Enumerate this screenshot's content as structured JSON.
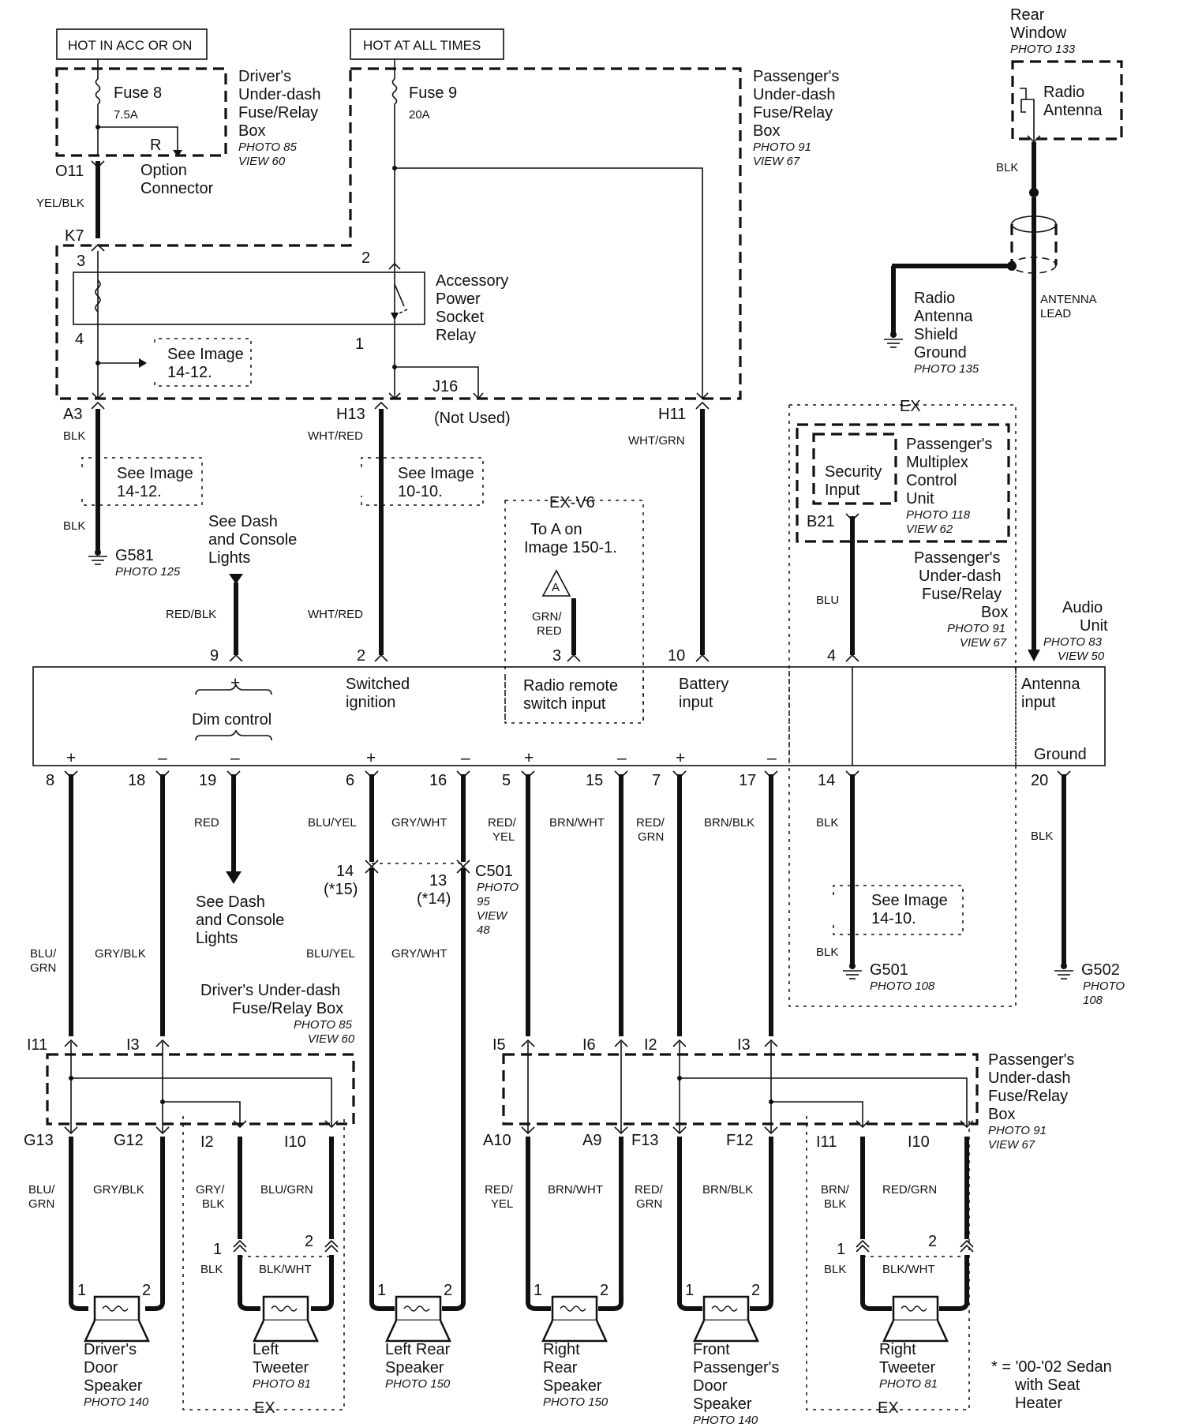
{
  "fuses": {
    "acc": {
      "header": "HOT IN ACC OR ON",
      "name": "Fuse 8",
      "rating": "7.5A"
    },
    "all": {
      "header": "HOT AT ALL TIMES",
      "name": "Fuse 9",
      "rating": "20A"
    }
  },
  "drivers_box_label": [
    "Driver's",
    "Under-dash",
    "Fuse/Relay",
    "Box"
  ],
  "drivers_box_photo": [
    "PHOTO 85",
    "VIEW 60"
  ],
  "passengers_box_label": [
    "Passenger's",
    "Under-dash",
    "Fuse/Relay",
    "Box"
  ],
  "passengers_box_photo": [
    "PHOTO 91",
    "VIEW 67"
  ],
  "option_connector": {
    "pin": "R",
    "label": [
      "Option",
      "Connector"
    ]
  },
  "relay": {
    "label": [
      "Accessory",
      "Power",
      "Socket",
      "Relay"
    ],
    "pins": [
      "3",
      "2",
      "4",
      "1"
    ]
  },
  "top_pins": {
    "o11": "O11",
    "k7": "K7",
    "a3": "A3",
    "h13": "H13",
    "j16": "J16",
    "not_used": "(Not Used)",
    "h11": "H11"
  },
  "top_wires": {
    "yel_blk": "YEL/BLK",
    "blk1": "BLK",
    "blk2": "BLK",
    "wht_red1": "WHT/RED",
    "wht_red2": "WHT/RED",
    "wht_grn": "WHT/GRN",
    "red_blk": "RED/BLK",
    "grn_red": [
      "GRN/",
      "RED"
    ],
    "blu": "BLU",
    "blk_ant": "BLK"
  },
  "see_image": {
    "relay_ref": [
      "See Image",
      "14-12."
    ],
    "a3_ref": [
      "See Image",
      "14-12."
    ],
    "h13_ref": [
      "See Image",
      "10-10."
    ],
    "g501_ref": [
      "See Image",
      "14-10."
    ]
  },
  "grounds": {
    "g581": {
      "name": "G581",
      "photo": "PHOTO 125"
    },
    "g501": {
      "name": "G501",
      "photo": "PHOTO 108"
    },
    "g502": {
      "name": "G502",
      "photo": [
        "PHOTO",
        "108"
      ]
    },
    "shield": {
      "label": [
        "Radio",
        "Antenna",
        "Shield",
        "Ground"
      ],
      "photo": "PHOTO 135"
    }
  },
  "dash_lights": [
    "See Dash",
    "and Console",
    "Lights"
  ],
  "ex_v6": {
    "tag": "EX-V6",
    "text": [
      "To A on",
      "Image 150-1."
    ],
    "connector": "A"
  },
  "ex": {
    "tag": "EX"
  },
  "antenna": {
    "location": [
      "Rear",
      "Window"
    ],
    "location_photo": "PHOTO 133",
    "label": [
      "Radio",
      "Antenna"
    ],
    "lead": [
      "ANTENNA",
      "LEAD"
    ]
  },
  "mpcu": {
    "security": [
      "Security",
      "Input"
    ],
    "label": [
      "Passenger's",
      "Multiplex",
      "Control",
      "Unit"
    ],
    "photo": [
      "PHOTO 118",
      "VIEW 62"
    ],
    "pin": "B21",
    "box_label": [
      "Passenger's",
      "Under-dash",
      "Fuse/Relay",
      "Box"
    ],
    "box_photo": [
      "PHOTO 91",
      "VIEW 67"
    ]
  },
  "audio_unit": {
    "label": [
      "Audio",
      "Unit"
    ],
    "photo": [
      "PHOTO 83",
      "VIEW 50"
    ],
    "dim_control": "Dim control",
    "switched_ignition": [
      "Switched",
      "ignition"
    ],
    "radio_remote": [
      "Radio remote",
      "switch input"
    ],
    "battery": [
      "Battery",
      "input"
    ],
    "antenna_input": [
      "Antenna",
      "input"
    ],
    "ground": "Ground",
    "top_pins": [
      "9",
      "2",
      "3",
      "10",
      "4"
    ],
    "plus": "+",
    "minus": "–"
  },
  "bottom_pins": [
    "8",
    "18",
    "19",
    "6",
    "16",
    "5",
    "15",
    "7",
    "17",
    "14",
    "20"
  ],
  "bottom_wires": {
    "red": "RED",
    "blu_yel": "BLU/YEL",
    "gry_wht": "GRY/WHT",
    "red_yel": [
      "RED/",
      "YEL"
    ],
    "brn_wht": "BRN/WHT",
    "red_grn": [
      "RED/",
      "GRN"
    ],
    "brn_blk": "BRN/BLK",
    "blk": "BLK"
  },
  "c501": {
    "pins": [
      "14",
      "(*15)",
      "13",
      "(*14)"
    ],
    "name": "C501",
    "photo": [
      "PHOTO",
      "95",
      "VIEW",
      "48"
    ]
  },
  "mid_wires": {
    "blu_grn": [
      "BLU/",
      "GRN"
    ],
    "gry_blk": "GRY/BLK",
    "blu_yel": "BLU/YEL",
    "gry_wht": "GRY/WHT"
  },
  "drivers_box2": {
    "label": [
      "Driver's Under-dash",
      "Fuse/Relay Box"
    ],
    "photo": [
      "PHOTO 85",
      "VIEW 60"
    ]
  },
  "passengers_box2": {
    "label": [
      "Passenger's",
      "Under-dash",
      "Fuse/Relay",
      "Box"
    ],
    "photo": [
      "PHOTO 91",
      "VIEW 67"
    ]
  },
  "junction_pins": {
    "left_top": [
      "I11",
      "I3"
    ],
    "left_bottom": [
      "G13",
      "G12",
      "I2",
      "I10"
    ],
    "right_top": [
      "I5",
      "I6",
      "I2",
      "I3"
    ],
    "right_bottom": [
      "A10",
      "A9",
      "F13",
      "F12",
      "I11",
      "I10"
    ]
  },
  "speaker_wires": {
    "blu_grn": [
      "BLU/",
      "GRN"
    ],
    "gry_blk": "GRY/BLK",
    "gry_blk2": [
      "GRY/",
      "BLK"
    ],
    "blu_grn2": "BLU/GRN",
    "red_yel": [
      "RED/",
      "YEL"
    ],
    "brn_wht": "BRN/WHT",
    "red_grn": [
      "RED/",
      "GRN"
    ],
    "brn_blk": "BRN/BLK",
    "brn_blk2": [
      "BRN/",
      "BLK"
    ],
    "red_grn2": "RED/GRN",
    "blk": "BLK",
    "blk_wht": "BLK/WHT"
  },
  "speakers": [
    {
      "label": [
        "Driver's",
        "Door",
        "Speaker"
      ],
      "photo": "PHOTO 140"
    },
    {
      "label": [
        "Left",
        "Tweeter"
      ],
      "photo": "PHOTO 81"
    },
    {
      "label": [
        "Left Rear",
        "Speaker"
      ],
      "photo": "PHOTO 150"
    },
    {
      "label": [
        "Right",
        "Rear",
        "Speaker"
      ],
      "photo": "PHOTO 150"
    },
    {
      "label": [
        "Front",
        "Passenger's",
        "Door",
        "Speaker"
      ],
      "photo": "PHOTO 140"
    },
    {
      "label": [
        "Right",
        "Tweeter"
      ],
      "photo": "PHOTO 81"
    }
  ],
  "speaker_pins": [
    "1",
    "2"
  ],
  "footnote": [
    "* = '00-'02 Sedan",
    "with Seat",
    "Heater"
  ]
}
